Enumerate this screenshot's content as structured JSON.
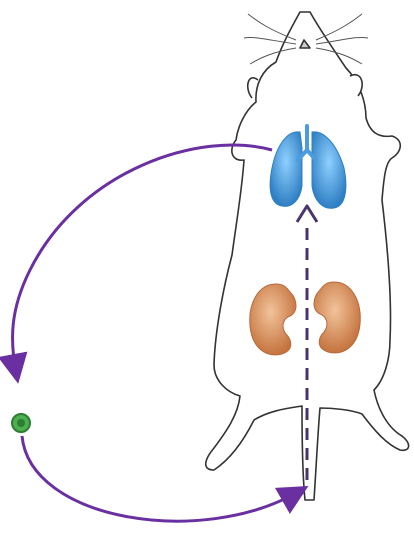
{
  "colors": {
    "circulation_arrow": "#6a2fa0",
    "lungs": "#5aa9e6",
    "lungs_dark": "#2f7fc4",
    "kidneys": "#e3a06e",
    "kidneys_dark": "#b8693a",
    "injection_site": "#4caf50",
    "outline": "#333333"
  },
  "icons": {
    "animal": "mouse-dorsal-outline",
    "organ_top": "lungs-icon",
    "organ_middle": "kidneys-icon",
    "marker": "injection-site-dot"
  },
  "arrows": {
    "dashed": "dashed-upward-arrow",
    "solid": "solid-loop-arrow"
  }
}
